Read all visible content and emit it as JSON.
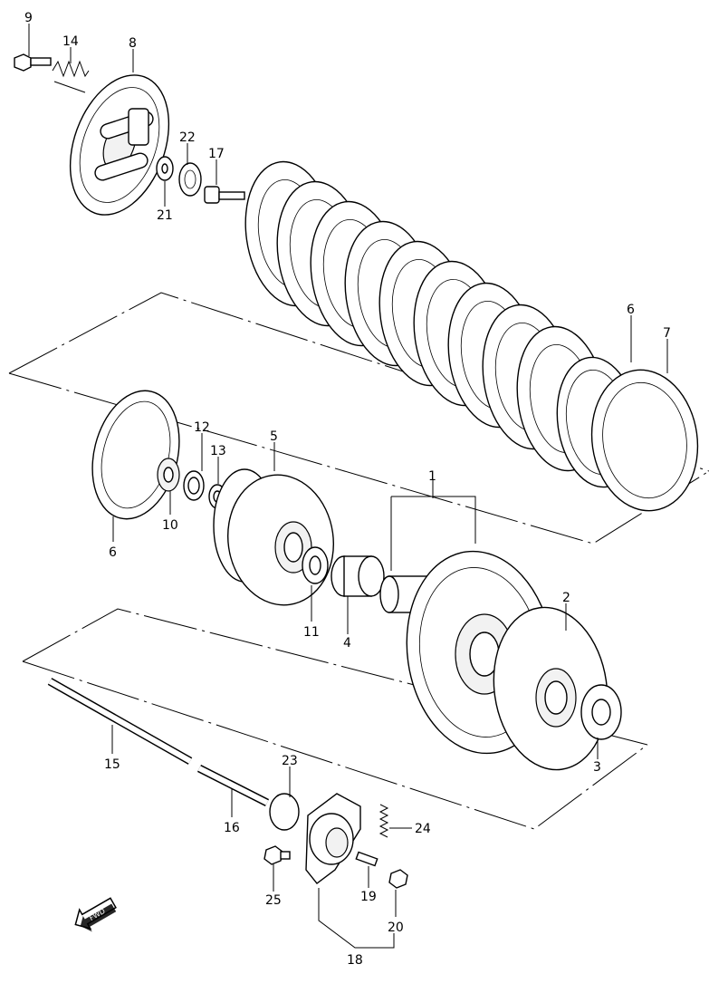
{
  "diagram": {
    "callouts": [
      "1",
      "2",
      "3",
      "4",
      "5",
      "6",
      "6",
      "7",
      "8",
      "9",
      "10",
      "11",
      "12",
      "13",
      "14",
      "15",
      "16",
      "17",
      "18",
      "19",
      "20",
      "21",
      "22",
      "23",
      "24",
      "25"
    ],
    "fwd_badge": "FWD"
  }
}
